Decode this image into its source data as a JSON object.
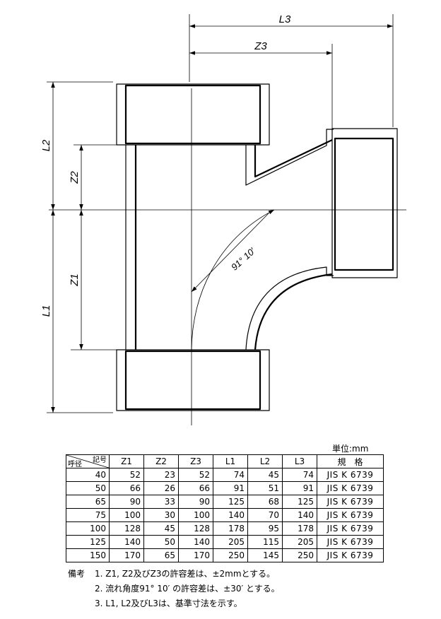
{
  "drawing": {
    "dim_labels": {
      "L3": "L3",
      "Z3": "Z3",
      "L2": "L2",
      "Z2": "Z2",
      "Z1": "Z1",
      "L1": "L1"
    },
    "angle_label": "91° 10′"
  },
  "unit_label": "単位:mm",
  "table": {
    "corner_top": "記号",
    "corner_bottom": "呼径",
    "headers": [
      "Z1",
      "Z2",
      "Z3",
      "L1",
      "L2",
      "L3",
      "規　格"
    ],
    "rows": [
      [
        "40",
        "52",
        "23",
        "52",
        "74",
        "45",
        "74",
        "JIS K 6739"
      ],
      [
        "50",
        "66",
        "26",
        "66",
        "91",
        "51",
        "91",
        "JIS K 6739"
      ],
      [
        "65",
        "90",
        "33",
        "90",
        "125",
        "68",
        "125",
        "JIS K 6739"
      ],
      [
        "75",
        "100",
        "30",
        "100",
        "140",
        "70",
        "140",
        "JIS K 6739"
      ],
      [
        "100",
        "128",
        "45",
        "128",
        "178",
        "95",
        "178",
        "JIS K 6739"
      ],
      [
        "125",
        "140",
        "50",
        "140",
        "205",
        "115",
        "205",
        "JIS K 6739"
      ],
      [
        "150",
        "170",
        "65",
        "170",
        "250",
        "145",
        "250",
        "JIS K 6739"
      ]
    ]
  },
  "notes": {
    "head": "備考",
    "items": [
      "1. Z1, Z2及びZ3の許容差は、±2mmとする。",
      "2. 流れ角度91° 10′ の許容差は、±30′ とする。",
      "3. L1, L2及びL3は、基準寸法を示す。"
    ]
  }
}
